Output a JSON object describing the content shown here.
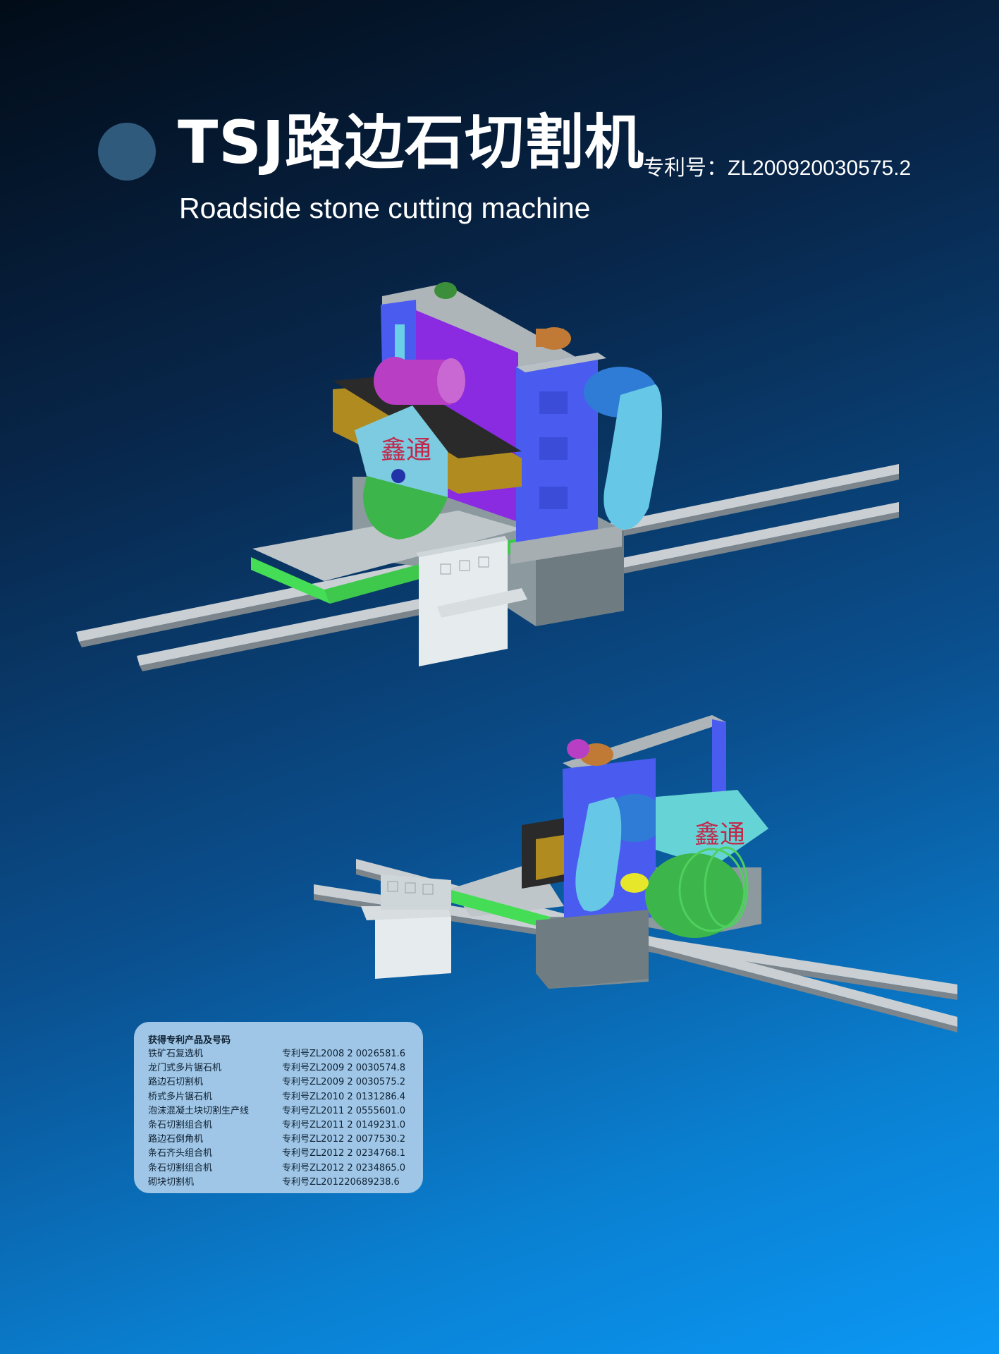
{
  "header": {
    "title": "TSJ路边石切割机",
    "patent_no": "专利号：ZL200920030575.2",
    "subtitle": "Roadside stone cutting machine"
  },
  "brand_mark": "鑫通",
  "patent_list": {
    "heading": "获得专利产品及号码",
    "items": [
      {
        "name": "铁矿石复选机",
        "code": "专利号ZL2008 2 0026581.6"
      },
      {
        "name": "龙门式多片锯石机",
        "code": "专利号ZL2009 2 0030574.8"
      },
      {
        "name": "路边石切割机",
        "code": "专利号ZL2009 2 0030575.2"
      },
      {
        "name": "桥式多片锯石机",
        "code": "专利号ZL2010 2 0131286.4"
      },
      {
        "name": "泡沫混凝土块切割生产线",
        "code": "专利号ZL2011 2 0555601.0"
      },
      {
        "name": "条石切割组合机",
        "code": "专利号ZL2011 2 0149231.0"
      },
      {
        "name": "路边石倒角机",
        "code": "专利号ZL2012 2 0077530.2"
      },
      {
        "name": "条石齐头组合机",
        "code": "专利号ZL2012 2 0234768.1"
      },
      {
        "name": "条石切割组合机",
        "code": "专利号ZL2012 2 0234865.0"
      },
      {
        "name": "砌块切割机",
        "code": "专利号ZL201220689238.6"
      }
    ]
  },
  "colors": {
    "frame_blue": "#4a5cf0",
    "guard_cyan": "#66c8e6",
    "motor_magenta": "#b83fc4",
    "panel_purple": "#8a2be2",
    "blade_green": "#3cb54a",
    "table_green": "#44dd55",
    "concrete_gray": "#8c9aa0"
  }
}
